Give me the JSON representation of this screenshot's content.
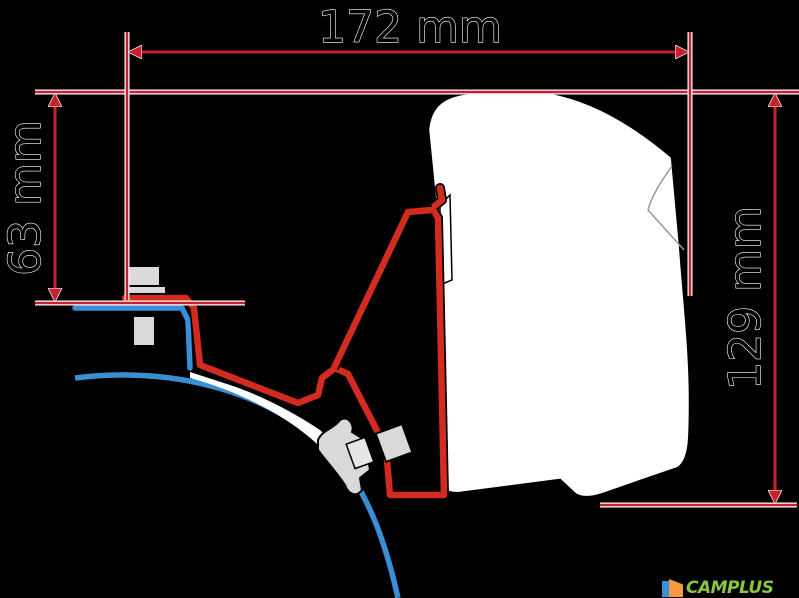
{
  "diagram": {
    "title": "Awning adapter bracket dimension drawing",
    "dimensions": {
      "width_label": "172 mm",
      "left_height_label": "63 mm",
      "right_height_label": "129 mm"
    },
    "components": [
      {
        "name": "awning-housing",
        "color": "#ffffff"
      },
      {
        "name": "adapter-bracket",
        "color": "#d42b20"
      },
      {
        "name": "vehicle-roof-profile",
        "color": "#3a8fd4"
      },
      {
        "name": "mounting-bolt-top",
        "color": "#d9d9d9"
      },
      {
        "name": "mounting-bolt-lower",
        "color": "#d9d9d9"
      }
    ],
    "colors": {
      "background": "#000000",
      "dimension_line": "#c8202c",
      "bracket": "#d42b20",
      "roof": "#3a8fd4",
      "housing": "#ffffff",
      "bolt": "#d9d9d9"
    }
  },
  "watermark": {
    "text": "CAMPLUS",
    "color": "#8cc63f"
  }
}
